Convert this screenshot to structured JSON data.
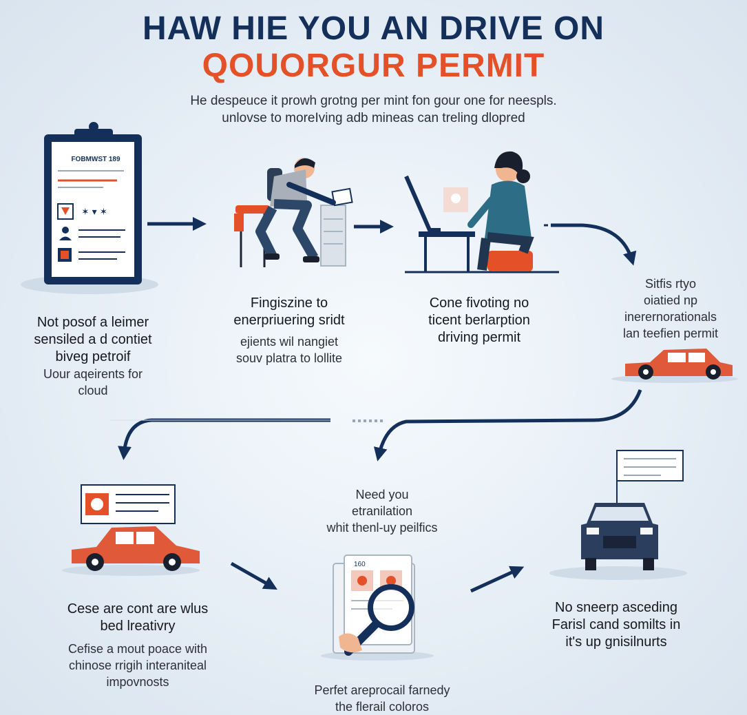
{
  "title": {
    "line1": "HAW HIE YOU AN DRIVE ON",
    "line2": "QOUORGUR PERMIT"
  },
  "subtitle": {
    "line1": "He despeuce it prowh grotng per mint fon gour one for neespls.",
    "line2": "unlovse to moreIving adb mineas can treling dlopred"
  },
  "form": {
    "header": "FOBMWST 189"
  },
  "steps": [
    {
      "id": "step1",
      "lines": [
        "Not posof a leimer",
        "sensiled a d contiet",
        "biveg petroif"
      ],
      "sub": [
        "Uour aqeirents for",
        "cloud"
      ]
    },
    {
      "id": "step2",
      "lines": [
        "Fingiszine to",
        "enerpriuering sridt"
      ],
      "sub": [
        "ejients wil nangiet",
        "souv platra to lollite"
      ]
    },
    {
      "id": "step3",
      "lines": [
        "Cone fivoting no",
        "ticent berlarption",
        "driving permit"
      ],
      "sub": []
    },
    {
      "id": "step4",
      "lines": [
        "Sitfis rtyo",
        "oiatied np",
        "inerernorationals",
        "lan teefien permit"
      ],
      "sub": []
    },
    {
      "id": "step5",
      "lines": [
        "Cese are cont are wlus",
        "bed lreativry"
      ],
      "sub": [
        "Cefise a mout poace with",
        "chinose rrigih interaniteal",
        "impovnosts"
      ]
    },
    {
      "id": "step6",
      "lines": [
        "Need you",
        "etranilation",
        "whit thenl-uy peilfics"
      ],
      "sub": []
    },
    {
      "id": "step7",
      "lines": [
        "No sneerp asceding",
        "Farisl cand somilts in",
        "it's up gnisilnurts"
      ],
      "sub": []
    },
    {
      "id": "step8",
      "lines": [
        "Perfet areprocail farnedy",
        "the flerail coloros"
      ],
      "sub": []
    }
  ],
  "doc": {
    "label": "160"
  },
  "colors": {
    "navy": "#14305a",
    "orange": "#e45128",
    "accent_red": "#e05a3a"
  }
}
